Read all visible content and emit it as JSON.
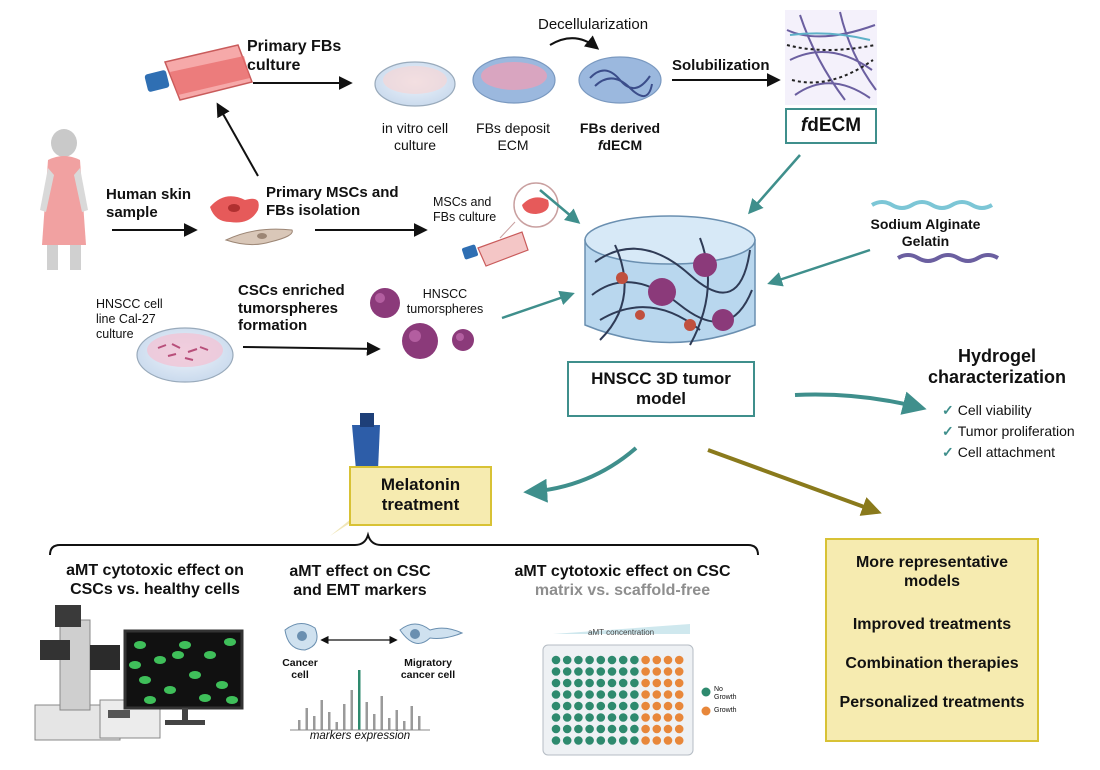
{
  "top": {
    "primary_fbs_culture": "Primary FBs\nculture",
    "decellularization": "Decellularization",
    "solubilization": "Solubilization",
    "in_vitro": "in vitro cell\nculture",
    "fbs_deposit": "FBs deposit\nECM",
    "fbs_derived_l1": "FBs derived",
    "fbs_derived_l2_f": "f",
    "fbs_derived_l2_rest": "dECM",
    "fdecm_f": "f",
    "fdecm_rest": "dECM"
  },
  "left": {
    "human_skin": "Human skin\nsample",
    "primary_mscs": "Primary MSCs and\nFBs isolation",
    "mscs_culture": "MSCs and\nFBs culture",
    "hnscc_cell_line": "HNSCC cell\nline Cal-27\nculture",
    "cscs_enriched": "CSCs enriched\ntumorspheres\nformation",
    "hnscc_tumorspheres": "HNSCC\ntumorspheres"
  },
  "center": {
    "sodium_alginate": "Sodium Alginate\nGelatin",
    "model": "HNSCC 3D tumor\nmodel"
  },
  "right": {
    "hydrogel_title": "Hydrogel\ncharacterization",
    "checks": [
      "Cell viability",
      "Tumor proliferation",
      "Cell attachment"
    ]
  },
  "treatment": {
    "melatonin": "Melatonin\ntreatment"
  },
  "bottom": {
    "col1_title": "aMT cytotoxic effect on\nCSCs vs. healthy cells",
    "col2_title": "aMT effect on CSC\nand EMT markers",
    "col3_title_l1": "aMT cytotoxic effect on CSC",
    "col3_title_l2": "matrix vs. scaffold-free",
    "cancer_cell": "Cancer\ncell",
    "migratory_cell": "Migratory\ncancer cell",
    "markers_expression": "markers expression",
    "amt_concentration": "aMT  concentration",
    "legend_no_growth": "No\nGrowth",
    "legend_growth": "Growth"
  },
  "outcomes": {
    "items": [
      "More representative\nmodels",
      "Improved treatments",
      "Combination therapies",
      "Personalized treatments"
    ]
  },
  "colors": {
    "teal": "#3f8f8c",
    "olive": "#8a7a1c",
    "yellow_fill": "#f6ebb0",
    "yellow_border": "#d8c235",
    "no_growth": "#2e8a6e",
    "growth": "#e8873a"
  }
}
